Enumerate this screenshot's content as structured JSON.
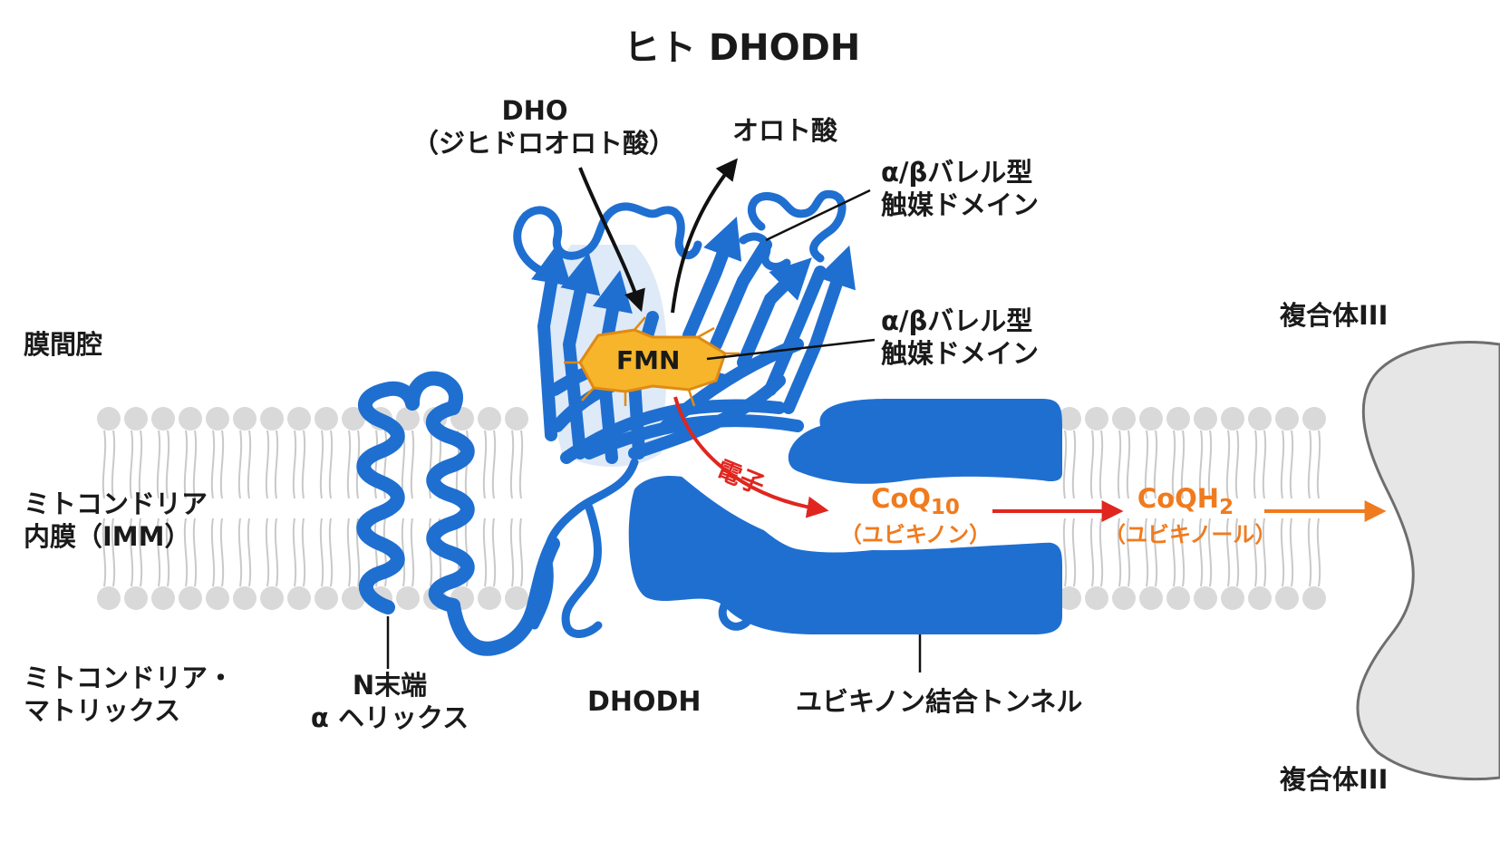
{
  "title": "ヒト DHODH",
  "side_labels": {
    "ims": "膜間腔",
    "imm_line1": "ミトコンドリア",
    "imm_line2": "内膜（IMM）",
    "matrix_line1": "ミトコンドリア・",
    "matrix_line2": "マトリックス"
  },
  "annotations": {
    "dho_line1": "DHO",
    "dho_line2": "（ジヒドロオロト酸）",
    "orotate": "オロト酸",
    "domain1_line1": "α/βバレル型",
    "domain1_line2": "触媒ドメイン",
    "domain2_line1": "α/βバレル型",
    "domain2_line2": "触媒ドメイン",
    "fmn": "FMN",
    "electron": "電子",
    "coq10_base": "CoQ",
    "coq10_sub": "10",
    "coq10_name": "（ユビキノン）",
    "coqh2_base": "CoQH",
    "coqh2_sub": "2",
    "coqh2_name": "（ユビキノール）",
    "nterm_line1": "N末端",
    "nterm_line2": "α ヘリックス",
    "dhodh": "DHODH",
    "tunnel": "ユビキノン結合トンネル",
    "complex_top": "複合体III",
    "complex_bottom": "複合体III"
  },
  "colors": {
    "protein": "#1f6fd1",
    "protein_dark": "#0f4fa6",
    "fmn": "#f6b52b",
    "fmn_edge": "#e08a12",
    "electron_arrow": "#e0261f",
    "product_arrow": "#f07b1e",
    "membrane_head": "#d9d9d9",
    "complex": "#e6e6e6"
  }
}
